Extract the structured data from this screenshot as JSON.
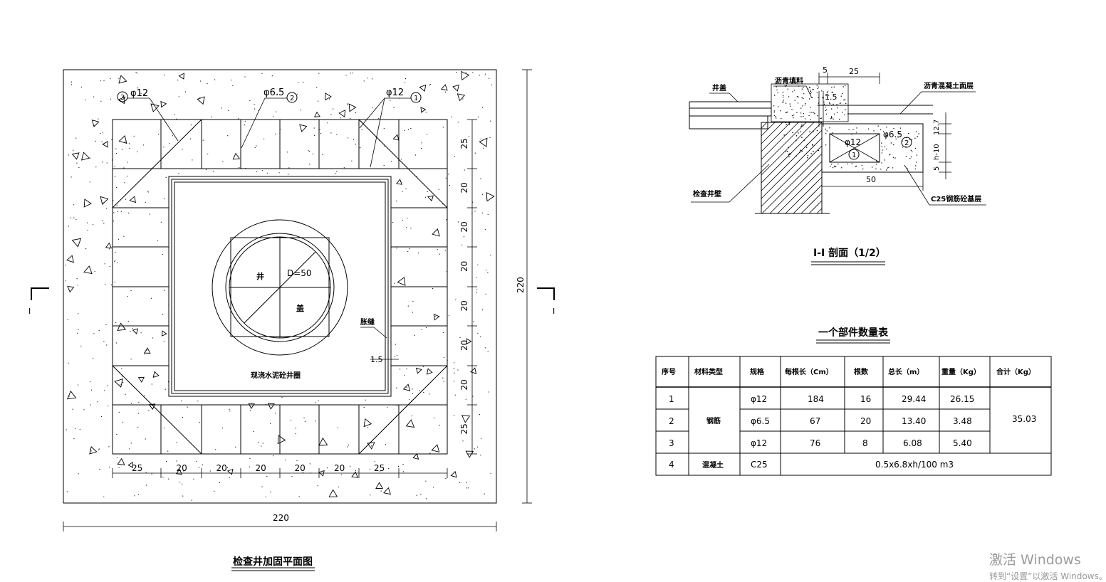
{
  "plan": {
    "title": "检查井加固平面图",
    "labels": {
      "rebar1": "φ12",
      "rebar2": "φ6.5",
      "rebar3": "φ12",
      "mark1": "1",
      "mark2": "2",
      "mark3": "3",
      "cover_left": "井",
      "cover_right": "盖",
      "diameter": "D=50",
      "expansion_joint": "胀缝",
      "gap": "1.5",
      "ring_name": "现浇水泥砼井圈"
    },
    "dims_bottom": [
      "25",
      "20",
      "20",
      "20",
      "20",
      "20",
      "25"
    ],
    "dims_right": [
      "25",
      "20",
      "20",
      "20",
      "20",
      "20",
      "20",
      "25"
    ],
    "dim_total_width": "220",
    "dim_total_height": "220",
    "section_mark": "I"
  },
  "section": {
    "title": "I-I 剖面（1/2）",
    "labels": {
      "manhole_cover": "井盖",
      "asphalt_filler": "沥青填料",
      "asphalt_surface": "沥青混凝土面层",
      "well_wall": "检查井壁",
      "base": "C25钢筋砼基层",
      "rebar1": "φ12",
      "rebar2": "φ6.5",
      "mark1": "1",
      "mark2": "2"
    },
    "dims": {
      "top_gap": "5",
      "top_width": "25",
      "gap": "1.5",
      "bottom_width": "50",
      "v_top": "12.7",
      "v_mid": "h-10",
      "v_bottom": "5"
    }
  },
  "table": {
    "title": "一个部件数量表",
    "headers": [
      "序号",
      "材料类型",
      "规格",
      "每根长（Cm）",
      "根数",
      "总长（m）",
      "重量（Kg）",
      "合计（Kg）"
    ],
    "rebar_material": "钢筋",
    "rows": [
      {
        "no": "1",
        "spec": "φ12",
        "length": "184",
        "count": "16",
        "total": "29.44",
        "weight": "26.15"
      },
      {
        "no": "2",
        "spec": "φ6.5",
        "length": "67",
        "count": "20",
        "total": "13.40",
        "weight": "3.48"
      },
      {
        "no": "3",
        "spec": "φ12",
        "length": "76",
        "count": "8",
        "total": "6.08",
        "weight": "5.40"
      }
    ],
    "sum": "35.03",
    "concrete_row": {
      "no": "4",
      "material": "混凝土",
      "spec": "C25",
      "volume": "0.5x6.8xh/100  m3"
    }
  },
  "watermark": {
    "line1": "激活 Windows",
    "line2": "转到“设置”以激活 Windows。"
  }
}
